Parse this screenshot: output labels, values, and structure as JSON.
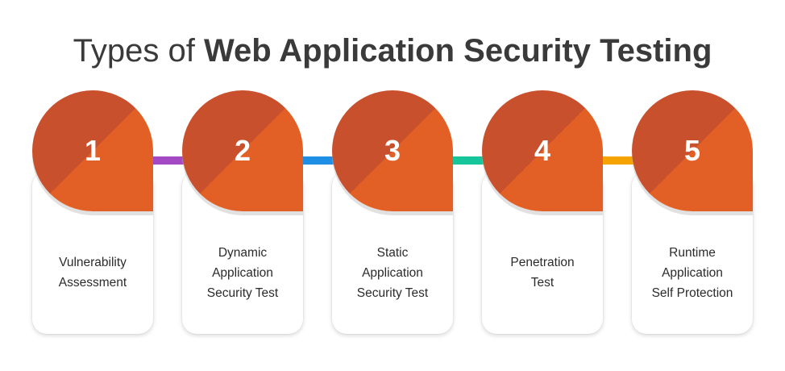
{
  "title": {
    "light": "Types of",
    "bold": "Web Application Security Testing"
  },
  "colors": {
    "orange": "#e25f25",
    "orange_dark": "#c9502c",
    "connectors": [
      "#a349c4",
      "#1f8fe6",
      "#17c59a",
      "#f5a300"
    ]
  },
  "items": [
    {
      "number": "1",
      "label": "Vulnerability\nAssessment"
    },
    {
      "number": "2",
      "label": "Dynamic\nApplication\nSecurity Test"
    },
    {
      "number": "3",
      "label": "Static\nApplication\nSecurity Test"
    },
    {
      "number": "4",
      "label": "Penetration\nTest"
    },
    {
      "number": "5",
      "label": "Runtime\nApplication\nSelf Protection"
    }
  ]
}
